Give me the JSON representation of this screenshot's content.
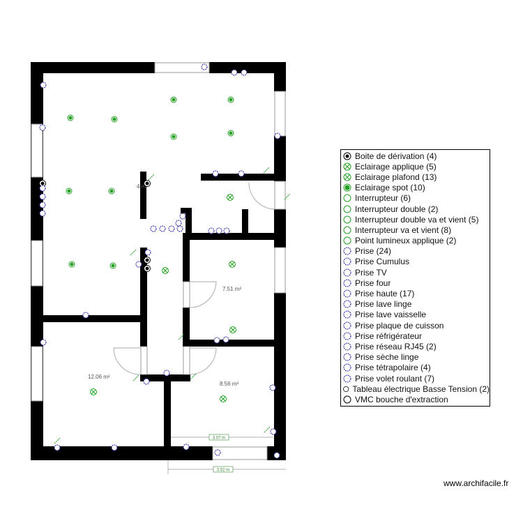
{
  "rooms": [
    {
      "label": "4 m²"
    },
    {
      "label": "7.51 m²"
    },
    {
      "label": "12.06 m²"
    },
    {
      "label": "8.56 m²"
    }
  ],
  "dimensions": [
    {
      "label": "3.07 m"
    },
    {
      "label": "3.52 m"
    }
  ],
  "legend": {
    "items": [
      {
        "label": "Boite de dérivation (4)",
        "icon": "junction-box-icon",
        "color": "#000000"
      },
      {
        "label": "Eclairage applique (5)",
        "icon": "wall-light-icon",
        "color": "#22a022"
      },
      {
        "label": "Eclairage plafond (13)",
        "icon": "ceiling-light-icon",
        "color": "#22a022"
      },
      {
        "label": "Eclairage spot (10)",
        "icon": "spot-light-icon",
        "color": "#22a022"
      },
      {
        "label": "Interrupteur (6)",
        "icon": "switch-icon",
        "color": "#22a022"
      },
      {
        "label": "Interrupteur double (2)",
        "icon": "double-switch-icon",
        "color": "#22a022"
      },
      {
        "label": "Interrupteur double va et vient (5)",
        "icon": "double-two-way-switch-icon",
        "color": "#22a022"
      },
      {
        "label": "Interrupteur va et vient (8)",
        "icon": "two-way-switch-icon",
        "color": "#22a022"
      },
      {
        "label": "Point lumineux applique (2)",
        "icon": "light-point-icon",
        "color": "#22a022"
      },
      {
        "label": "Prise (24)",
        "icon": "outlet-icon",
        "color": "#1a1aa0"
      },
      {
        "label": "Prise Cumulus",
        "icon": "outlet-cumulus-icon",
        "color": "#1a1aa0"
      },
      {
        "label": "Prise TV",
        "icon": "outlet-tv-icon",
        "color": "#1a1aa0"
      },
      {
        "label": "Prise four",
        "icon": "outlet-oven-icon",
        "color": "#1a1aa0"
      },
      {
        "label": "Prise haute (17)",
        "icon": "outlet-high-icon",
        "color": "#1a1aa0"
      },
      {
        "label": "Prise lave linge",
        "icon": "outlet-washer-icon",
        "color": "#1a1aa0"
      },
      {
        "label": "Prise lave vaisselle",
        "icon": "outlet-dishwasher-icon",
        "color": "#1a1aa0"
      },
      {
        "label": "Prise plaque de cuisson",
        "icon": "outlet-cooktop-icon",
        "color": "#1a1aa0"
      },
      {
        "label": "Prise réfrigérateur",
        "icon": "outlet-fridge-icon",
        "color": "#1a1aa0"
      },
      {
        "label": "Prise réseau RJ45 (2)",
        "icon": "outlet-rj45-icon",
        "color": "#1a1aa0"
      },
      {
        "label": "Prise sèche linge",
        "icon": "outlet-dryer-icon",
        "color": "#1a1aa0"
      },
      {
        "label": "Prise tétrapolaire (4)",
        "icon": "outlet-tetrapolar-icon",
        "color": "#1a1aa0"
      },
      {
        "label": "Prise volet roulant (7)",
        "icon": "outlet-shutter-icon",
        "color": "#1a1aa0"
      },
      {
        "label": "Tableau électrique Basse Tension (2)",
        "icon": "electrical-panel-icon",
        "color": "#000000"
      },
      {
        "label": "VMC bouche d'extraction",
        "icon": "vmc-extraction-icon",
        "color": "#000000"
      }
    ]
  },
  "watermark": "www.archifacile.fr"
}
